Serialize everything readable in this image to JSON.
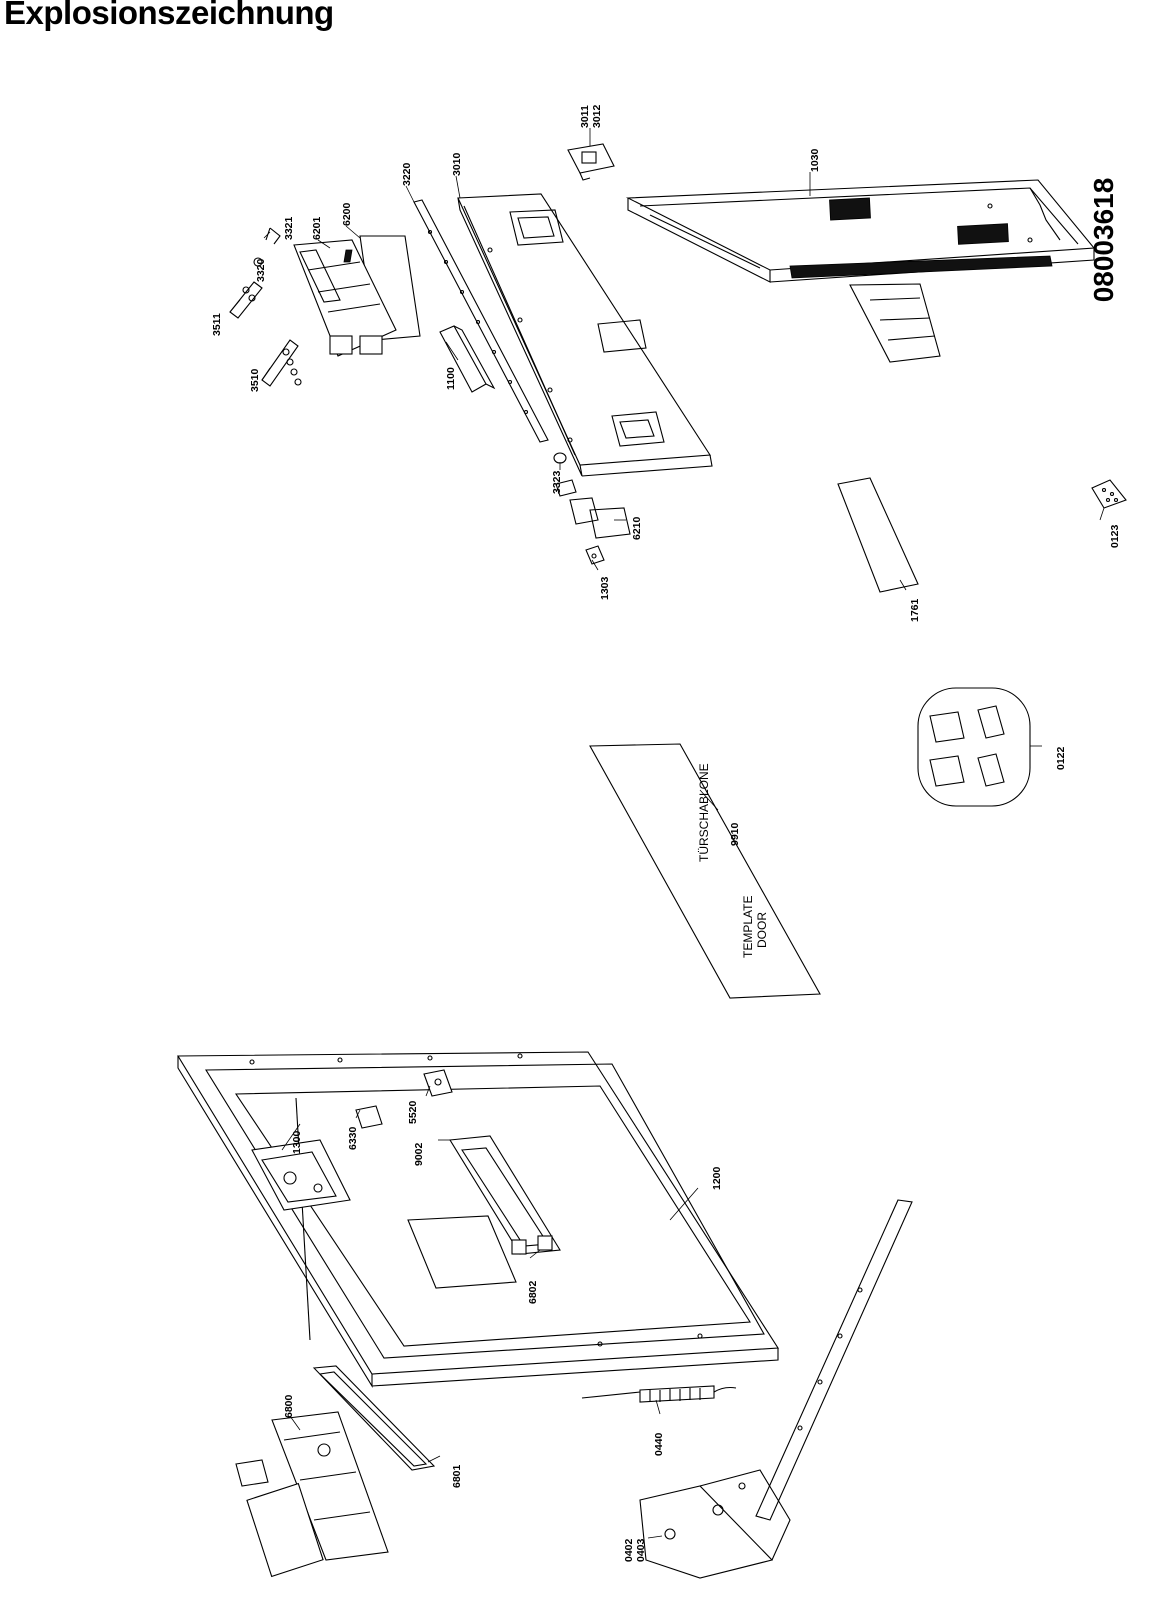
{
  "title": "Explosionszeichnung",
  "document_number": "08003618",
  "template": {
    "label_de": "TÜRSCHABLONE",
    "label_en_1": "TEMPLATE",
    "label_en_2": "DOOR"
  },
  "parts": {
    "p3011": "3011",
    "p3012": "3012",
    "p1030": "1030",
    "p3220": "3220",
    "p3010": "3010",
    "p6200": "6200",
    "p6201": "6201",
    "p3321": "3321",
    "p3320": "3320",
    "p3511": "3511",
    "p3510": "3510",
    "p1100": "1100",
    "p3323": "3323",
    "p6210": "6210",
    "p1303": "1303",
    "p1761": "1761",
    "p0123": "0123",
    "p0122": "0122",
    "p9910": "9910",
    "p1300": "1300",
    "p6330": "6330",
    "p5520": "5520",
    "p9002": "9002",
    "p1200": "1200",
    "p6802": "6802",
    "p6800": "6800",
    "p6801": "6801",
    "p0440": "0440",
    "p0402": "0402",
    "p0403": "0403"
  }
}
